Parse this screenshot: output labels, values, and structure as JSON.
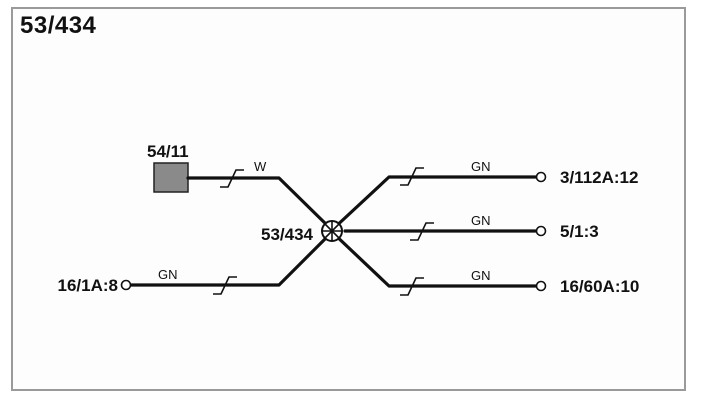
{
  "title": "53/434",
  "splice": {
    "label": "53/434"
  },
  "source_component": {
    "label": "54/11",
    "fill_color": "#8a8a8a"
  },
  "wires": {
    "w_from_component": {
      "color_code": "W"
    },
    "left_in": {
      "color_code": "GN",
      "terminal": "16/1A:8"
    },
    "right_top": {
      "color_code": "GN",
      "terminal": "3/112A:12"
    },
    "right_mid": {
      "color_code": "GN",
      "terminal": "5/1:3"
    },
    "right_bottom": {
      "color_code": "GN",
      "terminal": "16/60A:10"
    }
  }
}
